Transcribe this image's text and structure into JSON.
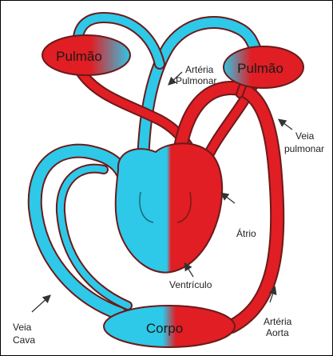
{
  "colors": {
    "venous": "#2ec8e8",
    "arterial": "#e01e24",
    "outline": "#6a1a1a",
    "label_text": "#222222"
  },
  "organs": {
    "lung_left": "Pulmão",
    "lung_right": "Pulmão",
    "body": "Corpo"
  },
  "labels": {
    "pulmonary_artery_line1": "Artéria",
    "pulmonary_artery_line2": "Pulmonar",
    "pulmonary_vein_line1": "Veia",
    "pulmonary_vein_line2": "pulmonar",
    "atrium": "Átrio",
    "ventricle": "Ventrículo",
    "vena_cava_line1": "Veia",
    "vena_cava_line2": "Cava",
    "aorta_line1": "Artéria",
    "aorta_line2": "Aorta"
  }
}
